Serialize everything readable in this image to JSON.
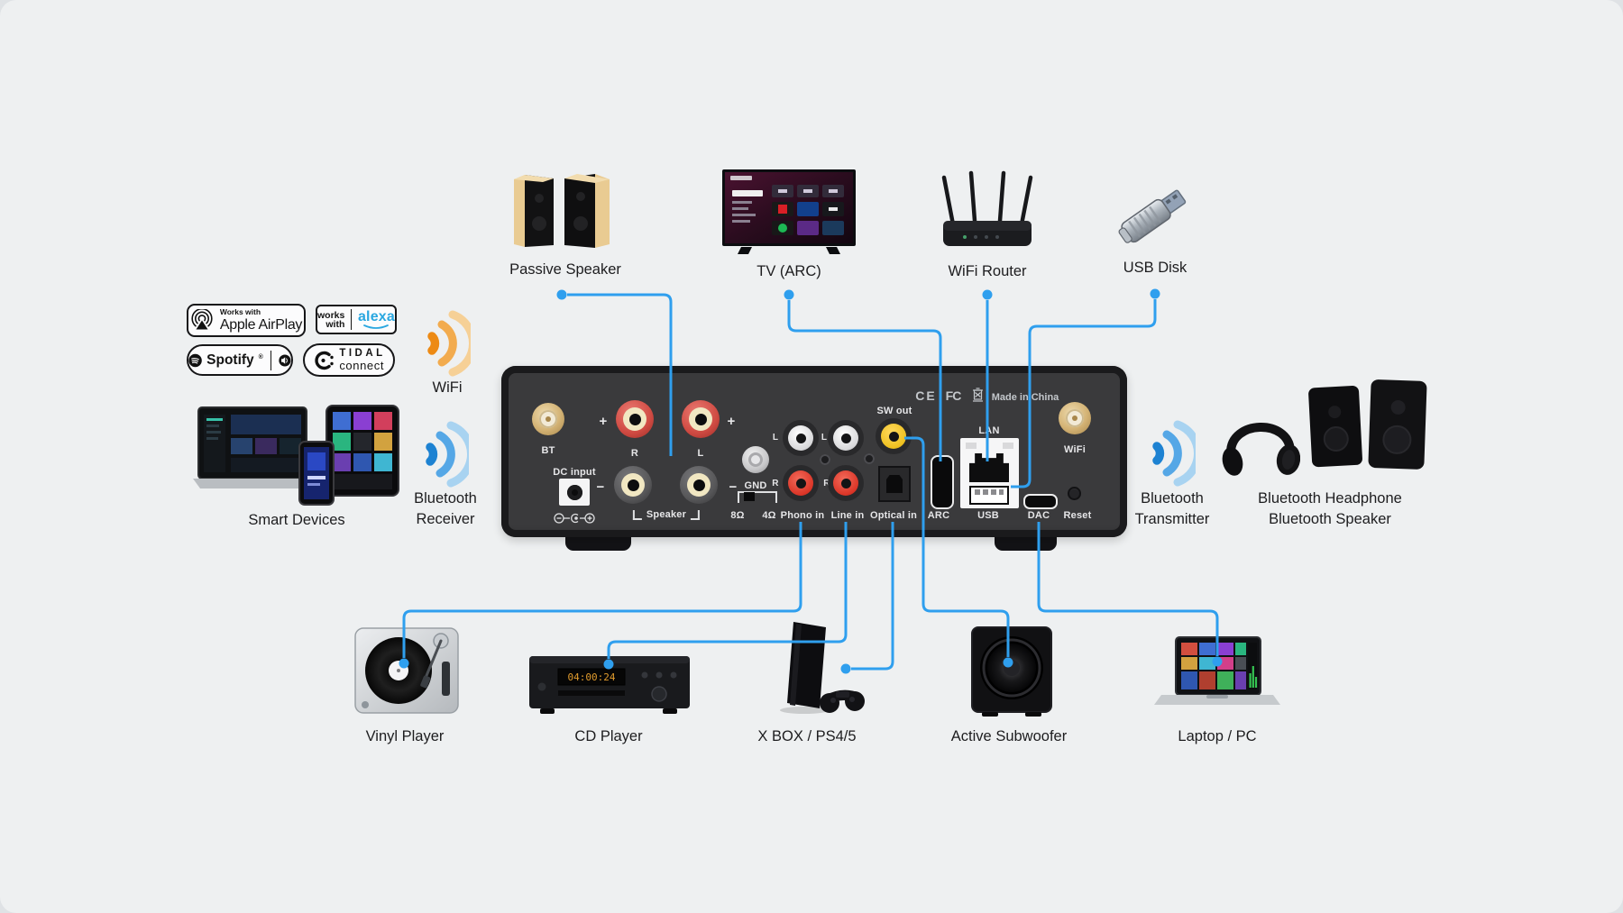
{
  "colors": {
    "background": "#eef0f1",
    "connector_blue": "#2f9fee",
    "wifi_orange": "#ed8a14",
    "bluetooth_blue": "#1d82d2",
    "alexa_blue": "#2aa7e0",
    "amp_face": "#3a3a3c",
    "amp_frame": "#1a1a1c",
    "gold_connector": "#d3b274",
    "cd_display_amber": "#e09b2d"
  },
  "badges": {
    "airplay": {
      "works_with": "Works with",
      "brand": "Apple AirPlay"
    },
    "alexa": {
      "works": "works",
      "with": "with",
      "brand": "alexa"
    },
    "spotify": {
      "brand": "Spotify",
      "reg": "®"
    },
    "tidal": {
      "brand": "TIDAL",
      "connect": "connect"
    }
  },
  "left": {
    "wifi": "WiFi",
    "bt_line1": "Bluetooth",
    "bt_line2": "Receiver",
    "smart_devices": "Smart Devices"
  },
  "right": {
    "bt_line1": "Bluetooth",
    "bt_line2": "Transmitter",
    "headphone": "Bluetooth Headphone",
    "speaker": "Bluetooth Speaker"
  },
  "devices": {
    "top": [
      {
        "label": "Passive Speaker"
      },
      {
        "label": "TV (ARC)"
      },
      {
        "label": "WiFi Router"
      },
      {
        "label": "USB Disk"
      }
    ],
    "bottom": [
      {
        "label": "Vinyl Player"
      },
      {
        "label": "CD Player"
      },
      {
        "label": "X BOX / PS4/5"
      },
      {
        "label": "Active Subwoofer"
      },
      {
        "label": "Laptop / PC"
      }
    ],
    "cd_display": "04:00:24"
  },
  "amp": {
    "bt": "BT",
    "dc_input": "DC input",
    "plus": "+",
    "minus": "−",
    "r": "R",
    "l": "L",
    "speaker": "Speaker",
    "gnd": "GND",
    "ohm_8": "8Ω",
    "ohm_4": "4Ω",
    "phono_in": "Phono in",
    "line_in": "Line in",
    "optical_in": "Optical in",
    "arc": "ARC",
    "usb": "USB",
    "lan": "LAN",
    "dac": "DAC",
    "reset": "Reset",
    "sw_out": "SW out",
    "wifi": "WiFi",
    "ce": "CE",
    "fcc": "FC",
    "made_in_china": "Made in China"
  }
}
